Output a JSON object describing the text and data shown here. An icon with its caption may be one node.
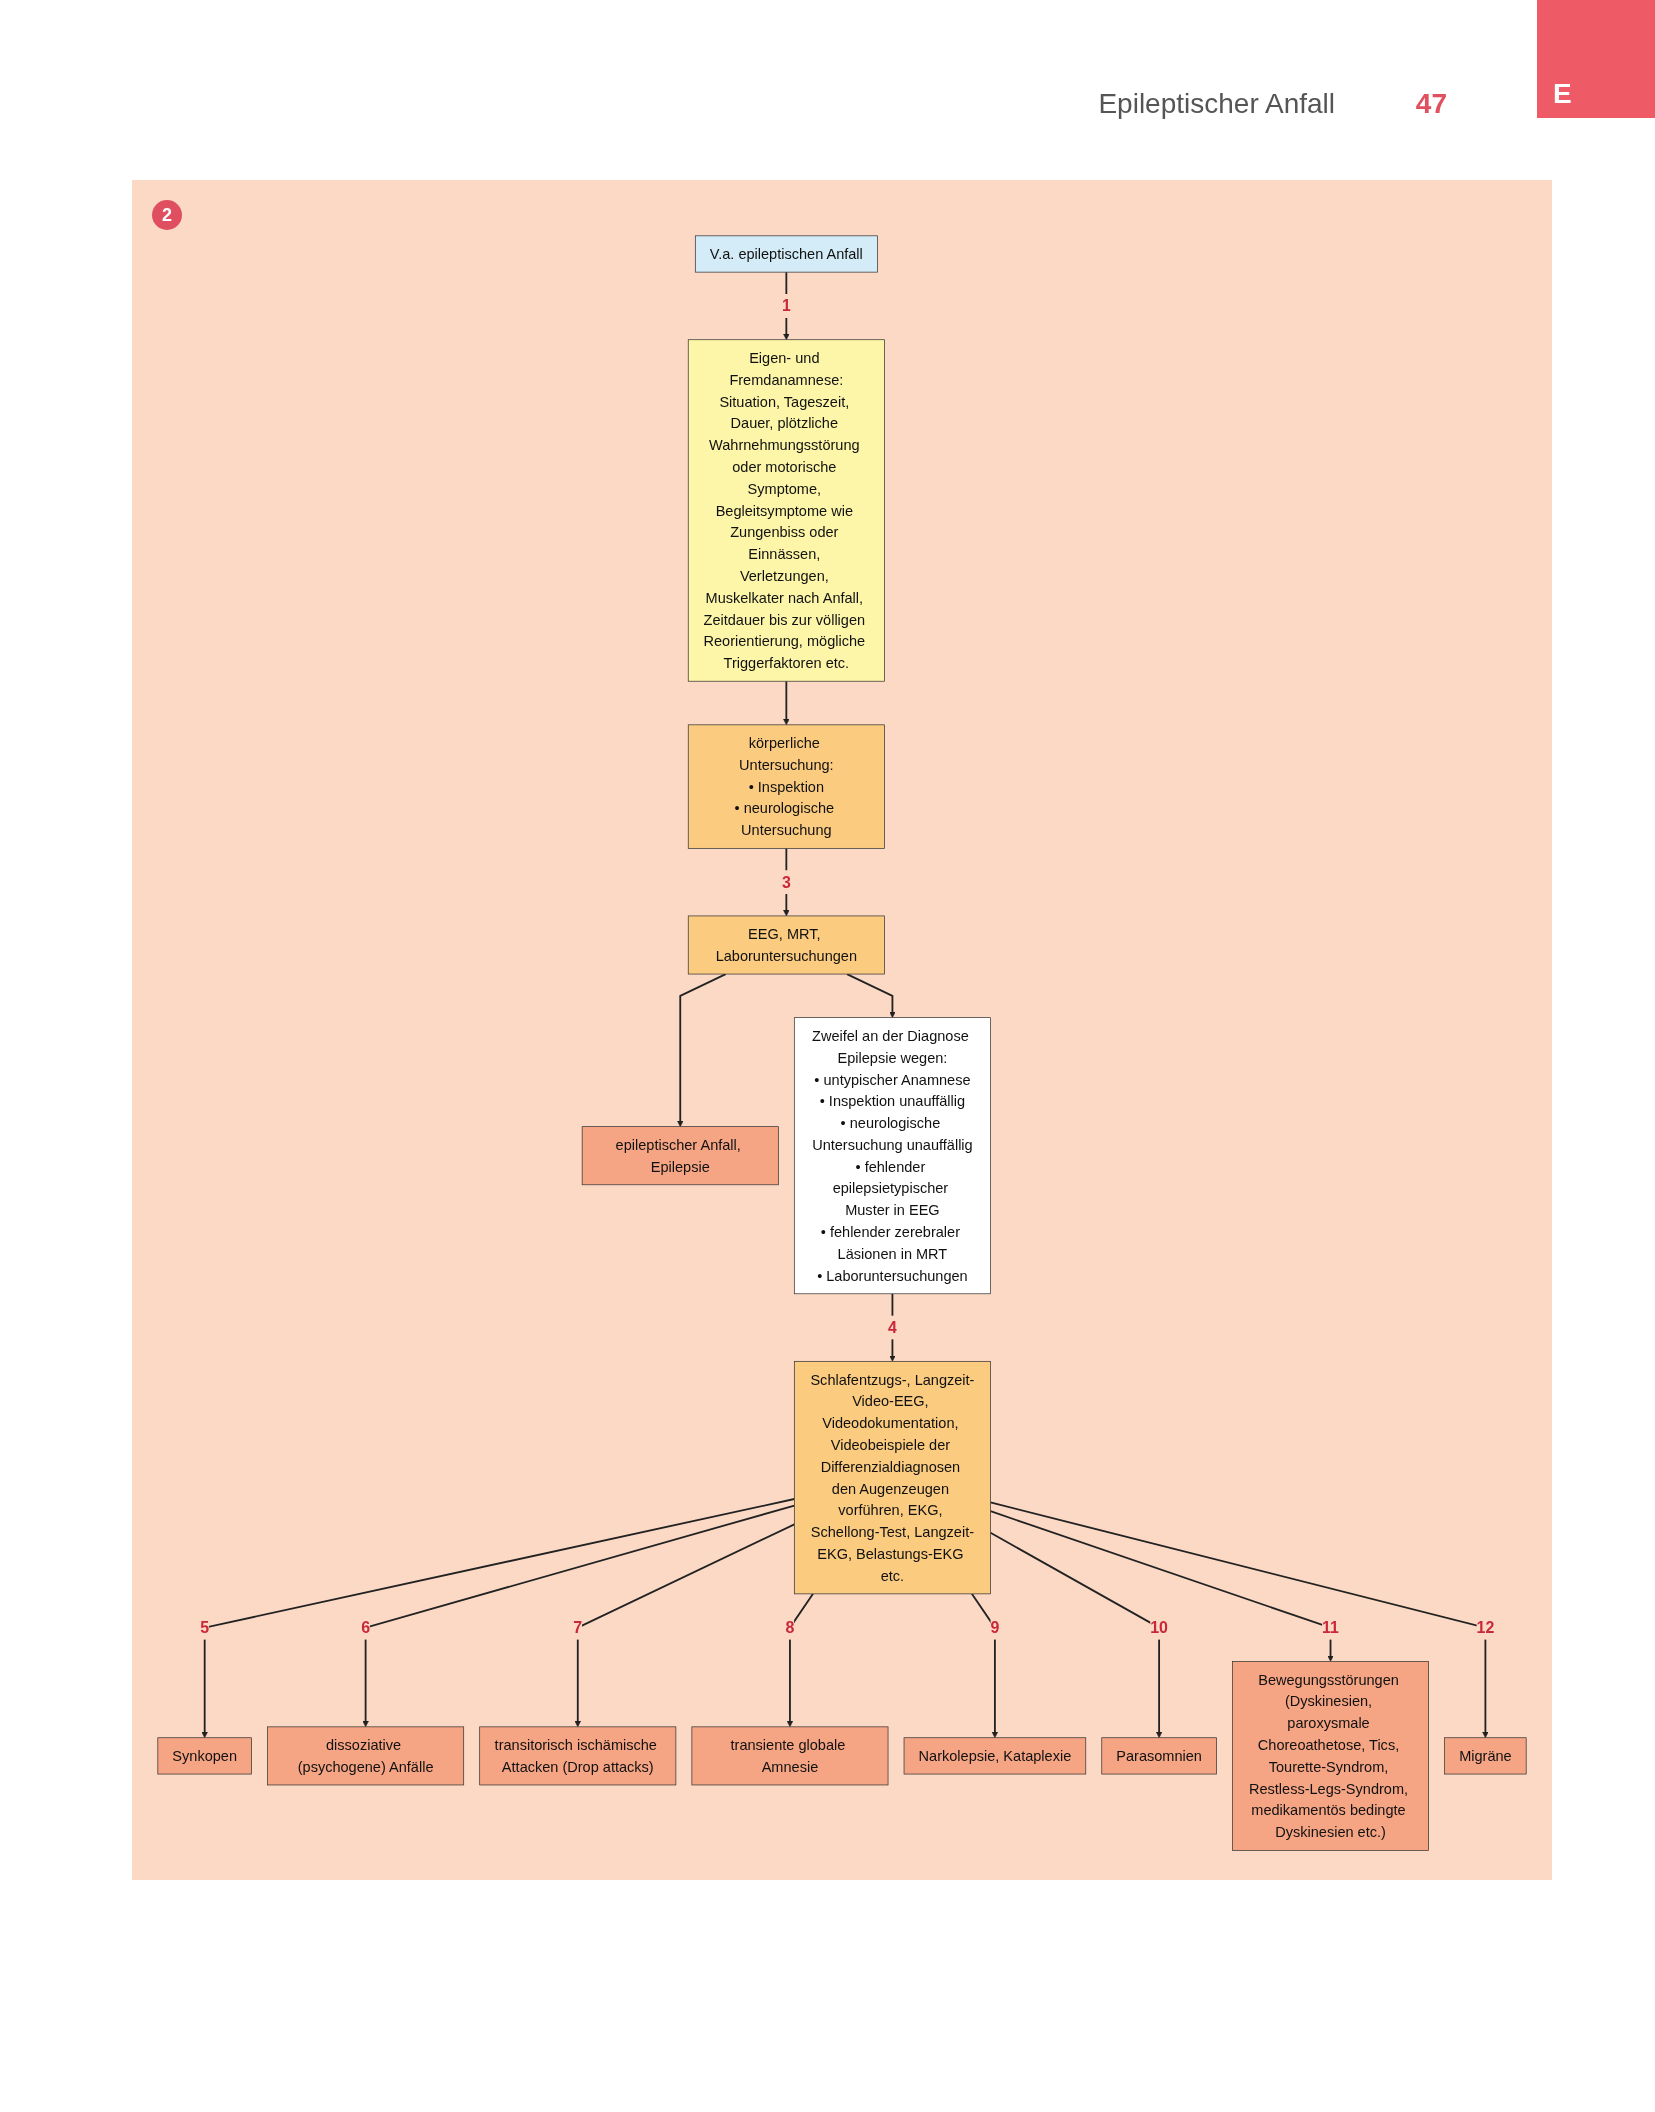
{
  "diagram": {
    "title": "Epileptischer Anfall",
    "nodes": [
      {
        "text": [
          "V.a. epileptischen Anfall"
        ]
      },
      {
        "text": [
          "Eigen- und Fremdanamnese:",
          "Situation, Tageszeit, Dauer, plötzliche Wahrnehmungsstörung oder motorische Symptome, Begleitsymptome wie Zungenbiss oder Einnässen, Verletzungen, Muskelkater nach Anfall, Zeitdauer bis zur völligen Reorientierung, mögliche Triggerfaktoren etc."
        ]
      },
      {
        "text": [
          "körperliche Untersuchung:",
          "• Inspektion",
          "• neurologische Untersuchung"
        ]
      },
      {
        "text": [
          "EEG, MRT, Laboruntersuchungen"
        ]
      },
      {
        "text": [
          "epileptischer Anfall, Epilepsie"
        ]
      },
      {
        "text": [
          "Zweifel an der Diagnose Epilepsie wegen:",
          "• untypischer Anamnese",
          "• Inspektion unauffällig",
          "• neurologische Untersuchung unauffällig",
          "• fehlender epilepsietypischer Muster in EEG",
          "• fehlender zerebraler Läsionen in MRT",
          "• Laboruntersuchungen"
        ]
      },
      {
        "text": [
          "Schlafentzugs-, Langzeit-Video-EEG, Videodokumentation, Videobeispiele der Differenzialdiagnosen den Augenzeugen vorführen, EKG, Schellong-Test, Langzeit-EKG, Belastungs-EKG etc."
        ]
      },
      {
        "text": [
          "Synkopen"
        ]
      },
      {
        "text": [
          "dissoziative (psychogene) Anfälle"
        ]
      },
      {
        "text": [
          "transitorisch ischämische Attacken (Drop attacks)"
        ]
      },
      {
        "text": [
          "transiente globale Amnesie"
        ]
      },
      {
        "text": [
          "Narkolepsie, Kataplexie"
        ]
      },
      {
        "text": [
          "Parasomnien"
        ]
      },
      {
        "text": [
          "Bewegungsstörungen (Dyskinesien, paroxysmale Choreoathetose, Tics, Tourette-Syndrom, Restless-Legs-Syndrom, medikamentös bedingte Dyskinesien etc.)"
        ]
      },
      {
        "text": [
          "Migräne"
        ]
      }
    ],
    "edges": [
      {
        "from": 0,
        "to": 1,
        "arrow": "to",
        "label": "1"
      },
      {
        "from": 1,
        "to": 2,
        "arrow": "to"
      },
      {
        "from": 2,
        "to": 3,
        "arrow": "to",
        "label": "3"
      },
      {
        "from": 3,
        "to": 4,
        "arrow": "to"
      },
      {
        "from": 3,
        "to": 5,
        "arrow": "to"
      },
      {
        "from": 5,
        "to": 6,
        "arrow": "to",
        "label": "4"
      },
      {
        "from": 6,
        "to": 7,
        "arrow": "to",
        "label": "5"
      },
      {
        "from": 6,
        "to": 8,
        "arrow": "to",
        "label": "6"
      },
      {
        "from": 6,
        "to": 9,
        "arrow": "to",
        "label": "7"
      },
      {
        "from": 6,
        "to": 10,
        "arrow": "to",
        "label": "8"
      },
      {
        "from": 6,
        "to": 11,
        "arrow": "to",
        "label": "9"
      },
      {
        "from": 6,
        "to": 12,
        "arrow": "to",
        "label": "10"
      },
      {
        "from": 6,
        "to": 13,
        "arrow": "to",
        "label": "11"
      },
      {
        "from": 6,
        "to": 14,
        "arrow": "to",
        "label": "12"
      }
    ],
    "labels": [
      "47",
      "E",
      "2"
    ]
  }
}
